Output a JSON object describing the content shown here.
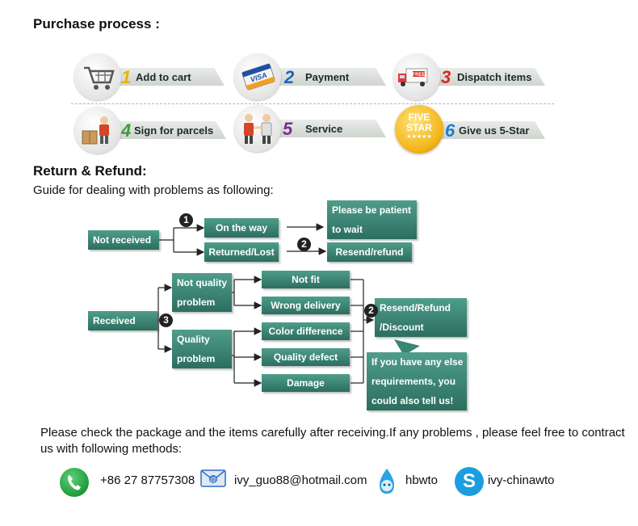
{
  "purchase": {
    "title": "Purchase process :",
    "steps": [
      {
        "num": "1",
        "label": "Add to cart",
        "color": "#e8b400",
        "icon": "cart-icon"
      },
      {
        "num": "2",
        "label": "Payment",
        "color": "#1e63b8",
        "icon": "visa-card-icon"
      },
      {
        "num": "3",
        "label": "Dispatch items",
        "color": "#d72c1c",
        "icon": "truck-icon"
      },
      {
        "num": "4",
        "label": "Sign for parcels",
        "color": "#3d9c3a",
        "icon": "parcel-icon"
      },
      {
        "num": "5",
        "label": "Service",
        "color": "#7b2d8e",
        "icon": "handshake-icon"
      },
      {
        "num": "6",
        "label": "Give us 5-Star",
        "color": "#1c7fd0",
        "icon": "five-star-badge-icon"
      }
    ],
    "badge": {
      "line1": "FIVE",
      "line2": "STAR",
      "stars": "★★★★★"
    },
    "card_text": "VISA",
    "free_text": "FREE"
  },
  "refund": {
    "title": "Return & Refund:",
    "guide": "Guide for dealing with problems as following:",
    "not_received": "Not received",
    "on_the_way": "On the way",
    "returned_lost": "Returned/Lost",
    "be_patient": [
      "Please be patient",
      "to wait"
    ],
    "resend_refund": "Resend/refund",
    "received": "Received",
    "not_quality": [
      "Not quality",
      "problem"
    ],
    "quality": [
      "Quality",
      "problem"
    ],
    "not_fit": "Not fit",
    "wrong_delivery": "Wrong delivery",
    "color_difference": "Color difference",
    "quality_defect": "Quality defect",
    "damage": "Damage",
    "resend_refund_discount": [
      "Resend/Refund",
      "/Discount"
    ],
    "else_note": [
      "If you have any else",
      "requirements, you",
      "could also tell us!"
    ],
    "marks": {
      "one": "1",
      "two": "2",
      "three": "3"
    }
  },
  "contact": {
    "note_line1": "Please check the package and the items carefully after receiving.If any problems , please feel free to contract",
    "note_line2": "us with following methods:",
    "phone": "+86 27 87757308",
    "email": "ivy_guo88@hotmail.com",
    "qq": "hbwto",
    "skype": "ivy-chinawto",
    "colors": {
      "phone": "#1f9a3a",
      "skype": "#1a9ee0",
      "qq": "#2aa3e6",
      "email": "#2f6fc0"
    }
  }
}
